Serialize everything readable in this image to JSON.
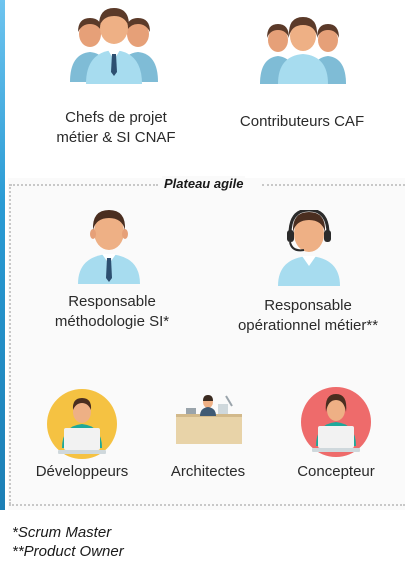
{
  "top_groups": [
    {
      "label_line1": "Chefs de projet",
      "label_line2": "métier & SI CNAF",
      "icon": "business-team-icon"
    },
    {
      "label_line1": "Contributeurs CAF",
      "label_line2": "",
      "icon": "team-icon"
    }
  ],
  "plateau": {
    "title": "Plateau agile",
    "roles": [
      {
        "label_line1": "Responsable",
        "label_line2": "méthodologie SI*",
        "icon": "man-tie-icon"
      },
      {
        "label_line1": "Responsable",
        "label_line2": "opérationnel métier**",
        "icon": "headset-operator-icon"
      }
    ],
    "teams": [
      {
        "label": "Développeurs",
        "icon": "developer-laptop-icon",
        "bg": "#f5c242"
      },
      {
        "label": "Architectes",
        "icon": "architect-desk-icon",
        "bg": "#e8d3a8"
      },
      {
        "label": "Concepteur",
        "icon": "designer-laptop-icon",
        "bg": "#ee6b6b"
      }
    ]
  },
  "footnotes": [
    "*Scrum Master",
    "**Product Owner"
  ],
  "colors": {
    "accent": "#2a9bd4",
    "skin": "#e8a57a",
    "hair": "#5b3a29",
    "shirt": "#8fd0e6"
  }
}
